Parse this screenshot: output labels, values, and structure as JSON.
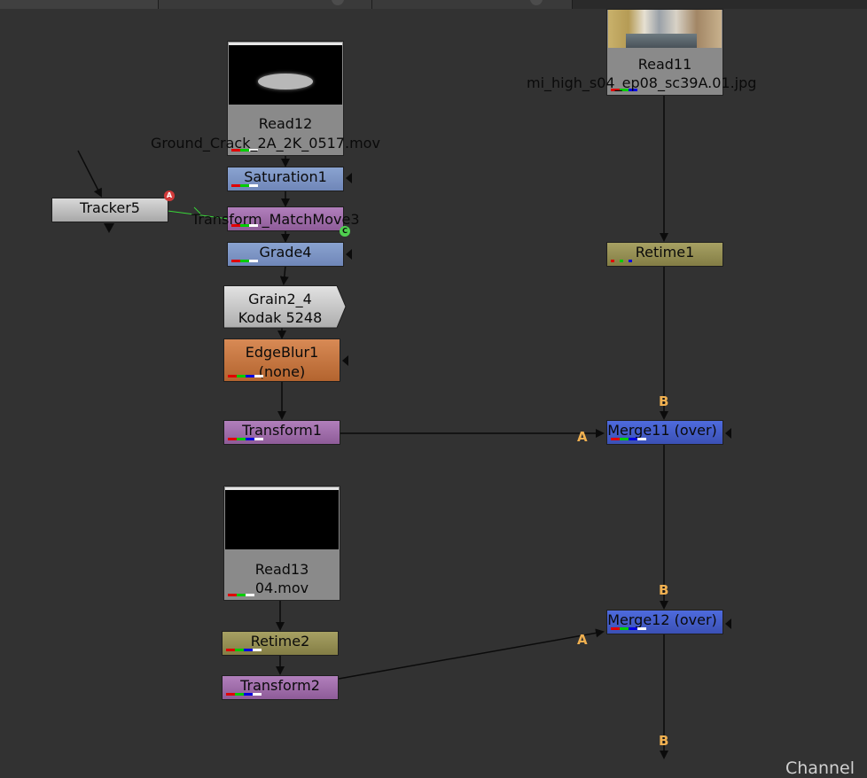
{
  "nodes": {
    "read12": {
      "name": "Read12",
      "file": "Ground_Crack_2A_2K_0517.mov"
    },
    "read11": {
      "name": "Read11",
      "file": "mi_high_s04_ep08_sc39A.01.jpg"
    },
    "read13": {
      "name": "Read13",
      "file": "04.mov"
    },
    "saturation1": {
      "name": "Saturation1"
    },
    "tracker5": {
      "name": "Tracker5",
      "badge": "A"
    },
    "transform_matchmove3": {
      "name": "Transform_MatchMove3",
      "badge": "C"
    },
    "grade4": {
      "name": "Grade4"
    },
    "grain2_4": {
      "name": "Grain2_4",
      "preset": "Kodak 5248"
    },
    "edgeblur1": {
      "name": "EdgeBlur1",
      "mask": "(none)"
    },
    "transform1": {
      "name": "Transform1"
    },
    "retime1": {
      "name": "Retime1"
    },
    "merge11": {
      "name": "Merge11 (over)"
    },
    "retime2": {
      "name": "Retime2"
    },
    "transform2": {
      "name": "Transform2"
    },
    "merge12": {
      "name": "Merge12 (over)"
    }
  },
  "pins": {
    "a": "A",
    "b": "B"
  },
  "corner_label": "Channel",
  "colors": {
    "background": "#323232",
    "read": "#8a8a8a",
    "color_node": "#7a93c4",
    "transform_node": "#a06eaa",
    "time_node": "#958f54",
    "filter_node": "#c57742",
    "merge_node": "#4660cb",
    "pin_label": "#f0b050"
  }
}
